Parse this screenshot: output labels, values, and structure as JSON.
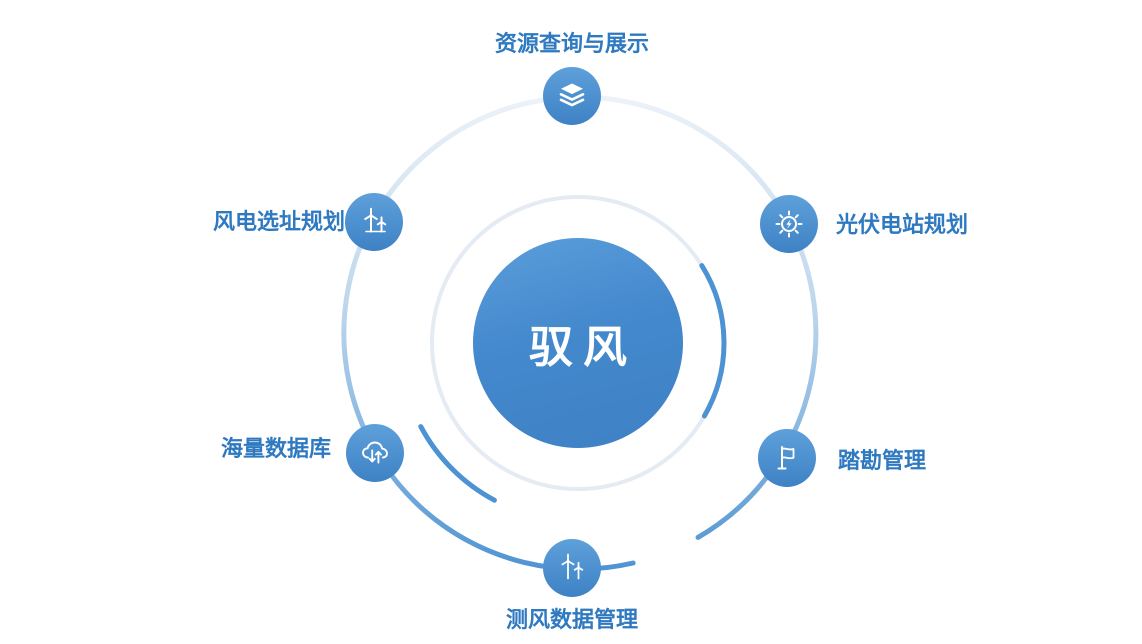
{
  "center": {
    "label": "驭风"
  },
  "nodes": [
    {
      "label": "资源查询与展示",
      "icon": "layers-icon",
      "position": "top"
    },
    {
      "label": "光伏电站规划",
      "icon": "solar-power-icon",
      "position": "upper-right"
    },
    {
      "label": "踏勘管理",
      "icon": "survey-flag-icon",
      "position": "lower-right"
    },
    {
      "label": "测风数据管理",
      "icon": "wind-turbine-icon",
      "position": "bottom"
    },
    {
      "label": "海量数据库",
      "icon": "cloud-database-icon",
      "position": "lower-left"
    },
    {
      "label": "风电选址规划",
      "icon": "wind-farm-icon",
      "position": "upper-left"
    }
  ],
  "colors": {
    "background": "#FFFFFF",
    "accent_blue": "#4489CD",
    "label_text": "#2E79C0",
    "node_gradient_top": "#5EA0DA",
    "node_gradient_bottom": "#3E82C5",
    "outer_ring_gradient_top": "#ECF2F9",
    "outer_ring_gradient_bottom": "#4F94D3",
    "inner_ring_light": "#E4EBF3",
    "inner_arc_blue": "#4D92D2",
    "icon_color": "#FFFFFF"
  }
}
